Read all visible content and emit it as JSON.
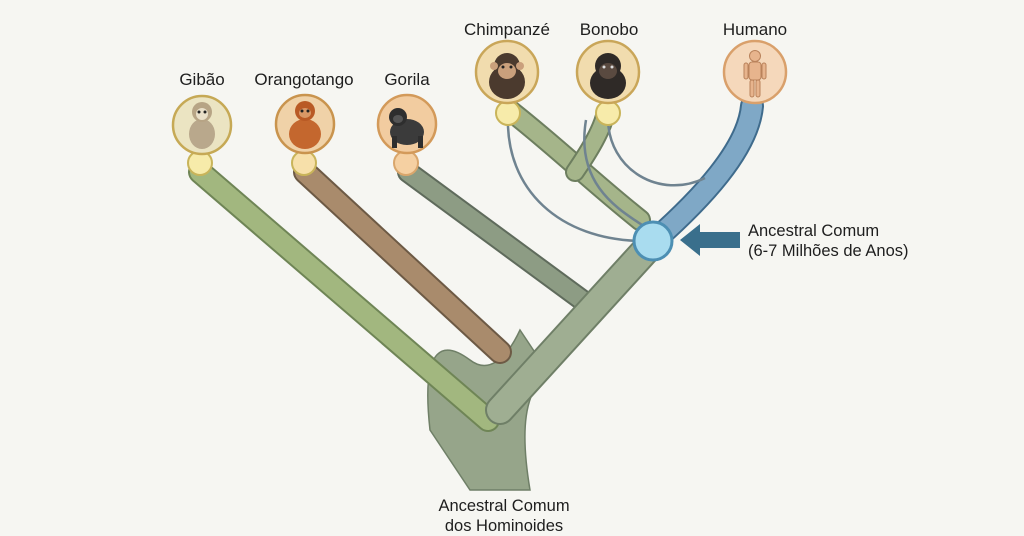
{
  "species": [
    {
      "name": "Gibão",
      "icon": "gibbon-icon",
      "color": "#e9e0b5"
    },
    {
      "name": "Orangotango",
      "icon": "orangutan-icon",
      "color": "#f0c89a"
    },
    {
      "name": "Gorila",
      "icon": "gorilla-icon",
      "color": "#f2c99d"
    },
    {
      "name": "Chimpanzé",
      "icon": "chimpanzee-icon",
      "color": "#f1dcae"
    },
    {
      "name": "Bonobo",
      "icon": "bonobo-icon",
      "color": "#f1dcae"
    },
    {
      "name": "Humano",
      "icon": "human-icon",
      "color": "#f4d2b2"
    }
  ],
  "common_ancestor": {
    "line1": "Ancestral Comum",
    "line2": "(6-7 Milhões de Anos)",
    "color": "#a9dcef",
    "arrow_color": "#3a6f8c"
  },
  "root": {
    "line1": "Ancestral Comum",
    "line2": "dos Hominoides"
  },
  "colors": {
    "background": "#f6f6f2",
    "gibbon_branch": "#9cb27a",
    "orangutan_branch": "#a4876a",
    "gorilla_branch": "#8c9b82",
    "chimp_branch": "#a1b286",
    "human_branch": "#7fa6c4",
    "trunk": "#96a58a"
  }
}
